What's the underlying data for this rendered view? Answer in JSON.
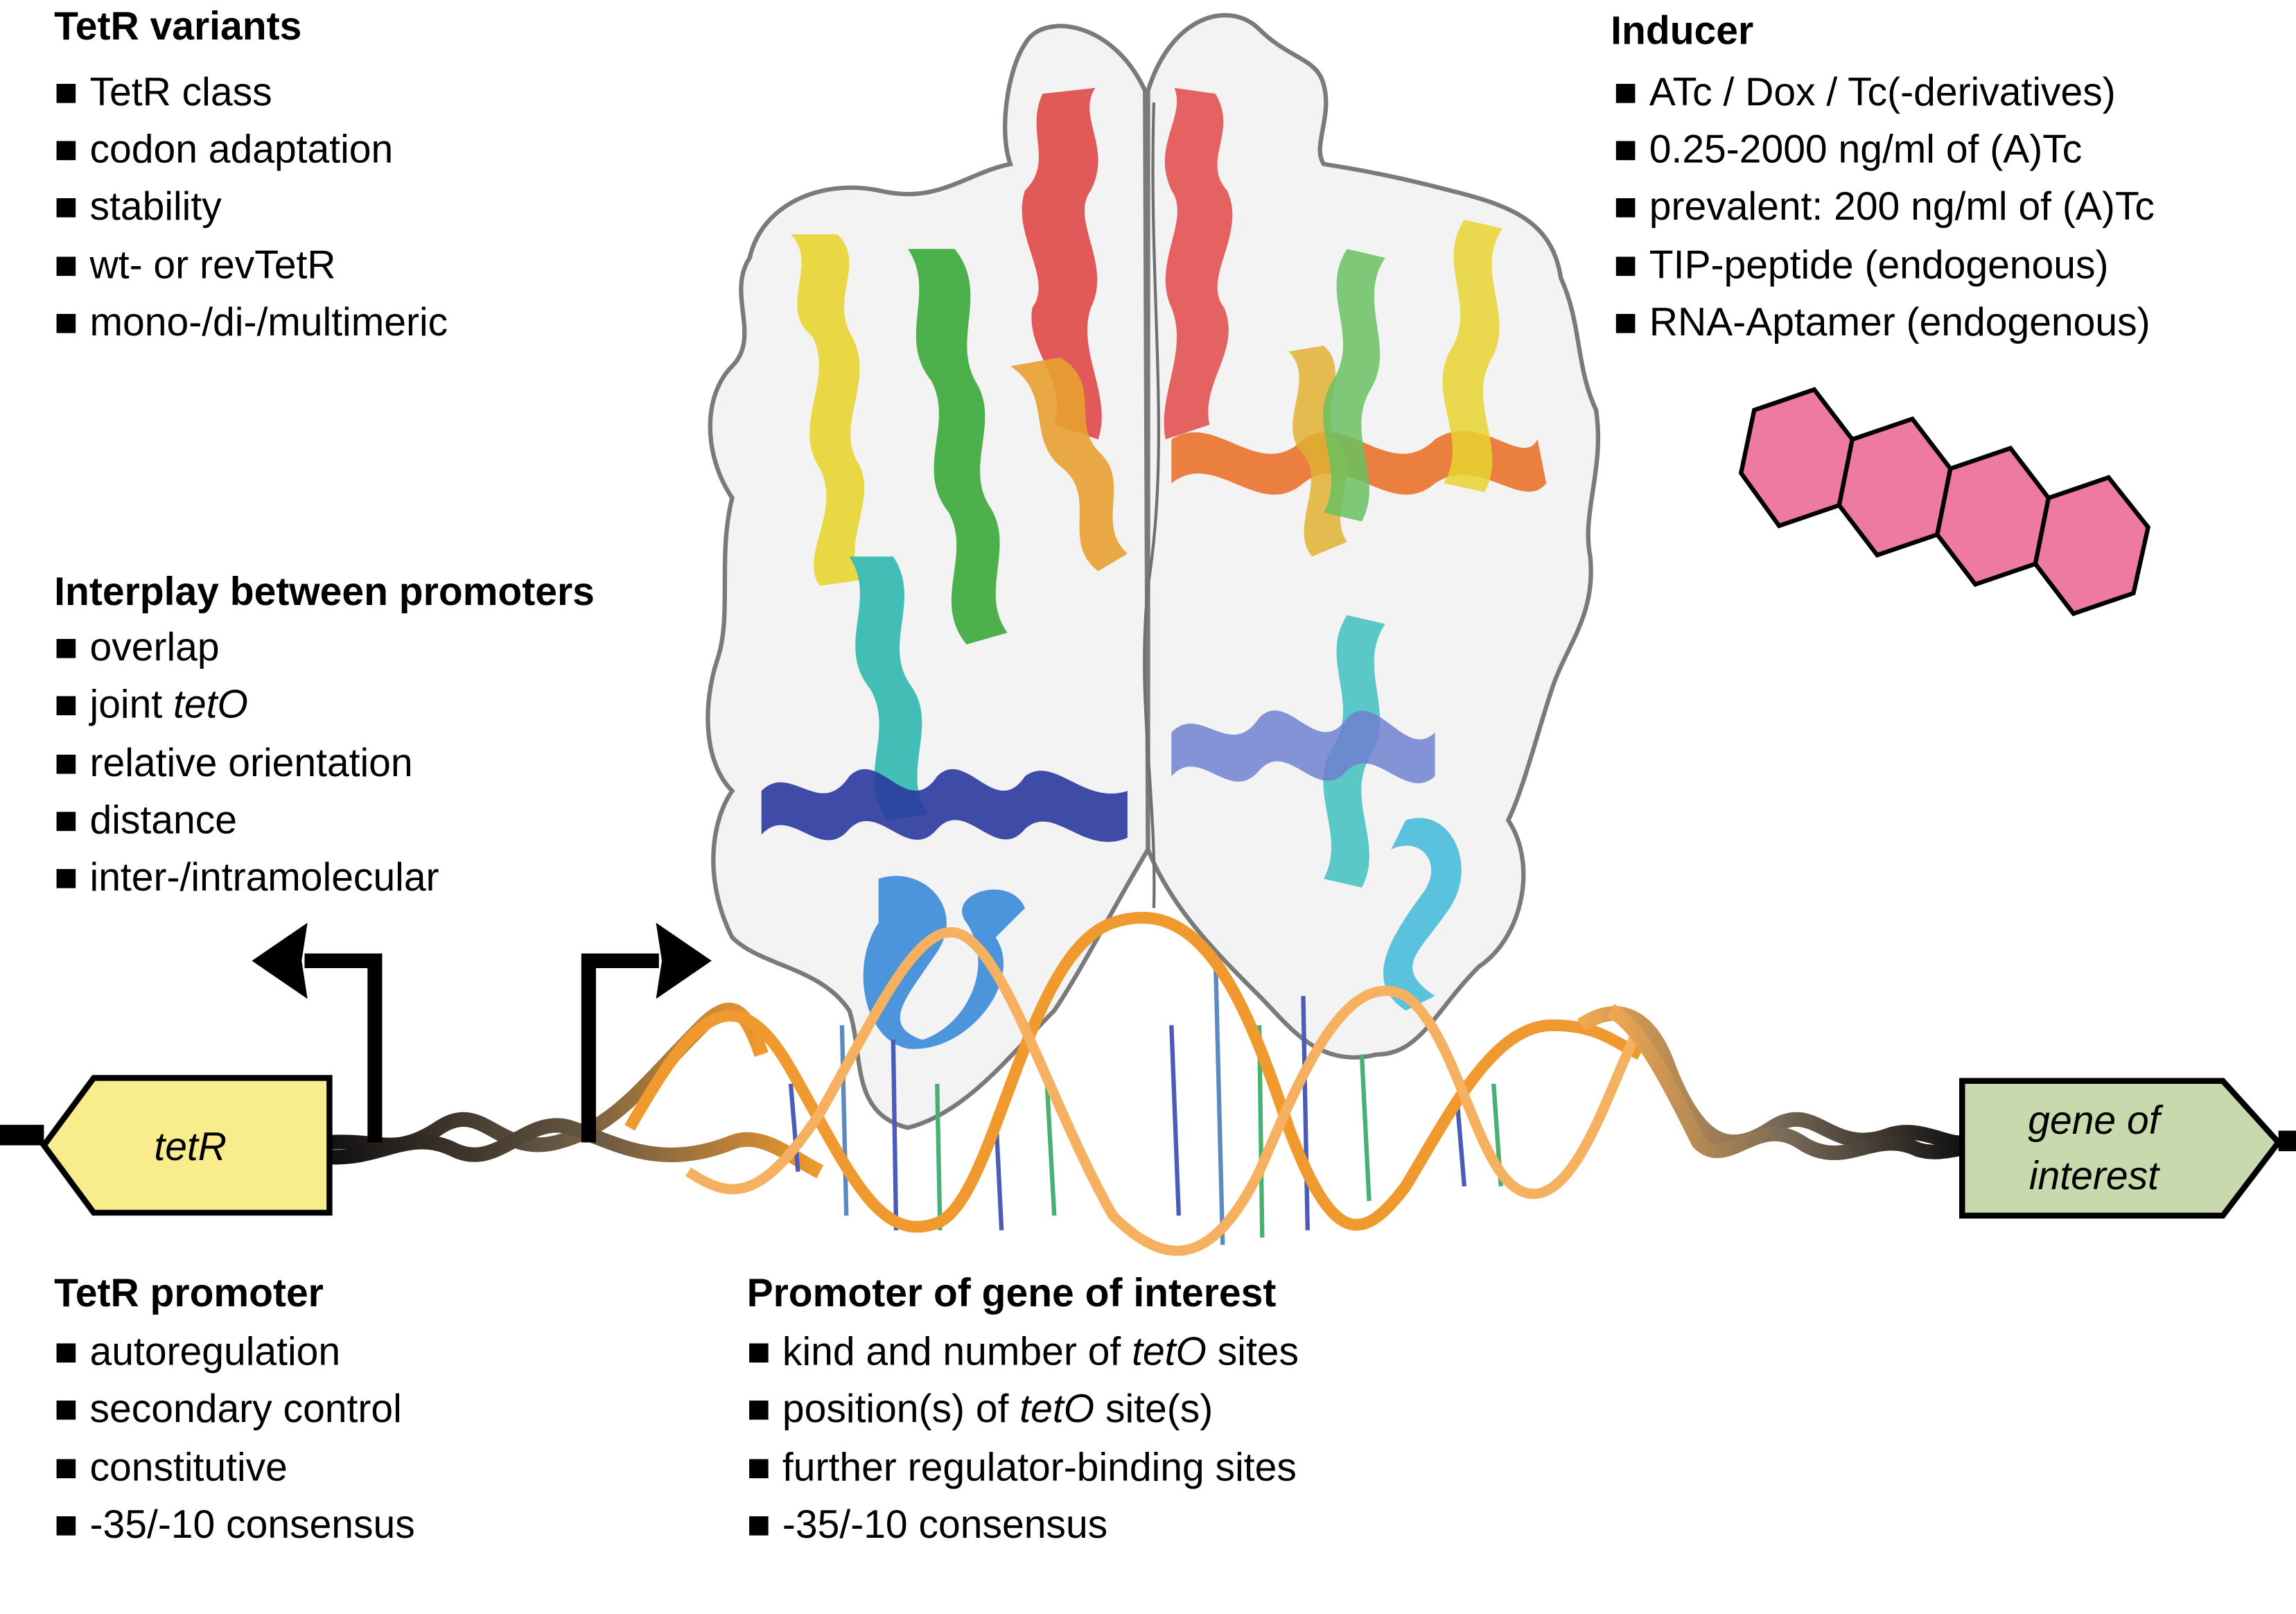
{
  "figure": {
    "sections": {
      "tetr_variants": {
        "title": "TetR variants",
        "items": [
          "TetR class",
          "codon adaptation",
          "stability",
          "wt- or revTetR",
          "mono-/di-/multimeric"
        ]
      },
      "inducer": {
        "title": "Inducer",
        "items": [
          "ATc / Dox / Tc(-derivatives)",
          "0.25-2000 ng/ml of (A)Tc",
          "prevalent: 200 ng/ml of (A)Tc",
          "TIP-peptide (endogenous)",
          "RNA-Aptamer (endogenous)"
        ]
      },
      "interplay": {
        "title": "Interplay between promoters",
        "items": [
          {
            "pre": "overlap",
            "em": "",
            "post": ""
          },
          {
            "pre": "joint ",
            "em": "tetO",
            "post": ""
          },
          {
            "pre": "relative orientation",
            "em": "",
            "post": ""
          },
          {
            "pre": "distance",
            "em": "",
            "post": ""
          },
          {
            "pre": "inter-/intramolecular",
            "em": "",
            "post": ""
          }
        ]
      },
      "tetr_promoter": {
        "title": "TetR promoter",
        "items": [
          "autoregulation",
          "secondary control",
          "constitutive",
          "-35/-10 consensus"
        ]
      },
      "goi_promoter": {
        "title": "Promoter of gene of interest",
        "items": [
          {
            "pre": "kind and number of ",
            "em": "tetO",
            "post": " sites"
          },
          {
            "pre": "position(s) of ",
            "em": "tetO",
            "post": " site(s)"
          },
          {
            "pre": "further regulator-binding sites",
            "em": "",
            "post": ""
          },
          {
            "pre": "-35/-10 consensus",
            "em": "",
            "post": ""
          }
        ]
      }
    },
    "bullet": "■",
    "genes": {
      "tetr": {
        "label": "tetR",
        "color": "#f8ec8c"
      },
      "goi": {
        "label_line1": "gene of",
        "label_line2": "interest",
        "color": "#c8d9ae"
      }
    },
    "inducer_molecule": {
      "rings": 4,
      "color": "#ef7aa0"
    },
    "colors": {
      "dna_strand": "#f0992e",
      "dna_dark": "#222222",
      "surface_outline": "#777777",
      "protein_top": "#e04848",
      "protein_bottom": "#3a4aa8"
    }
  }
}
